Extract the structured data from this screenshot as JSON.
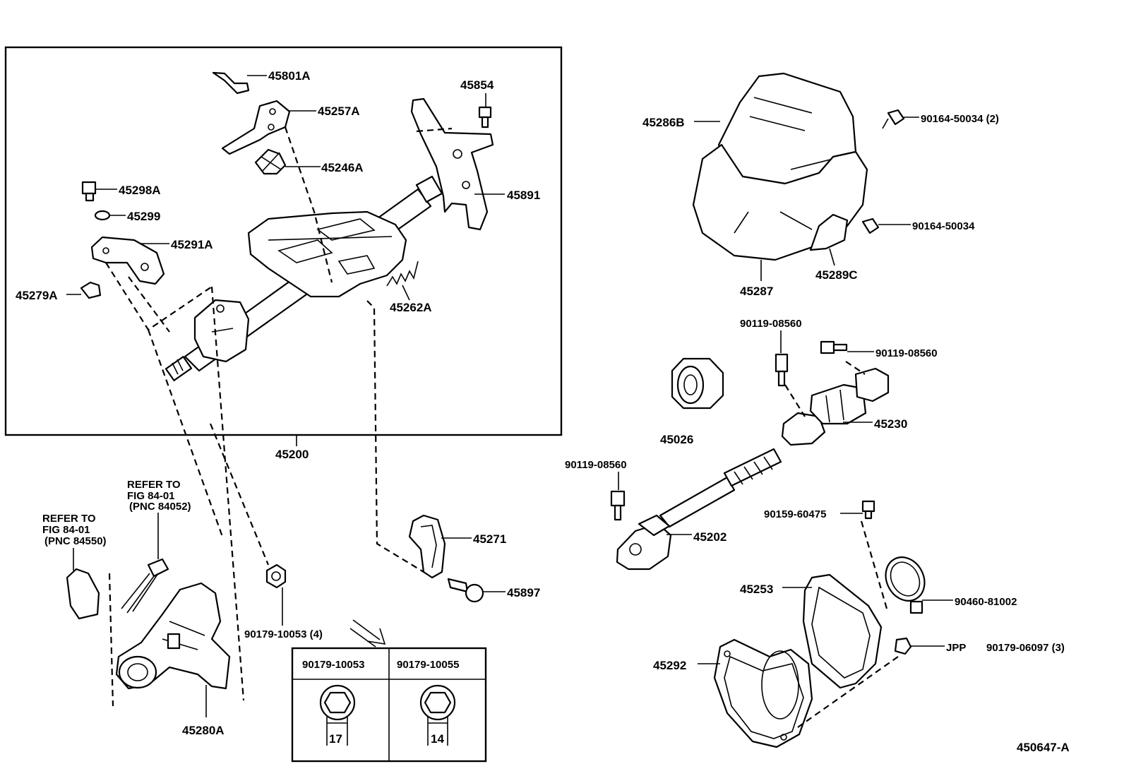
{
  "labels": {
    "p45801A": "45801A",
    "p45257A": "45257A",
    "p45246A": "45246A",
    "p45298A": "45298A",
    "p45299": "45299",
    "p45291A": "45291A",
    "p45279A": "45279A",
    "p45854": "45854",
    "p45891": "45891",
    "p45262A": "45262A",
    "p45200": "45200",
    "p45286B": "45286B",
    "p90164_50034_2": "90164-50034 (2)",
    "p90164_50034": "90164-50034",
    "p45287": "45287",
    "p45289C": "45289C",
    "p90119_08560_a": "90119-08560",
    "p90119_08560_b": "90119-08560",
    "p90119_08560_c": "90119-08560",
    "p45026": "45026",
    "p45230": "45230",
    "p45202": "45202",
    "p90159_60475": "90159-60475",
    "p45253": "45253",
    "p90460_81002": "90460-81002",
    "p45292": "45292",
    "jpp": "JPP",
    "p90179_06097_3": "90179-06097 (3)",
    "p45271": "45271",
    "p45897": "45897",
    "p90179_10053_4": "90179-10053 (4)",
    "p45280A": "45280A",
    "drawing_id": "450647-A"
  },
  "refer_notes": [
    {
      "line1": "REFER TO",
      "line2": "FIG 84-01",
      "line3": "(PNC 84052)"
    },
    {
      "line1": "REFER TO",
      "line2": "FIG 84-01",
      "line3": "(PNC 84550)"
    }
  ],
  "nut_table": {
    "columns": [
      {
        "part": "90179-10053",
        "size": "17"
      },
      {
        "part": "90179-10055",
        "size": "14"
      }
    ]
  }
}
